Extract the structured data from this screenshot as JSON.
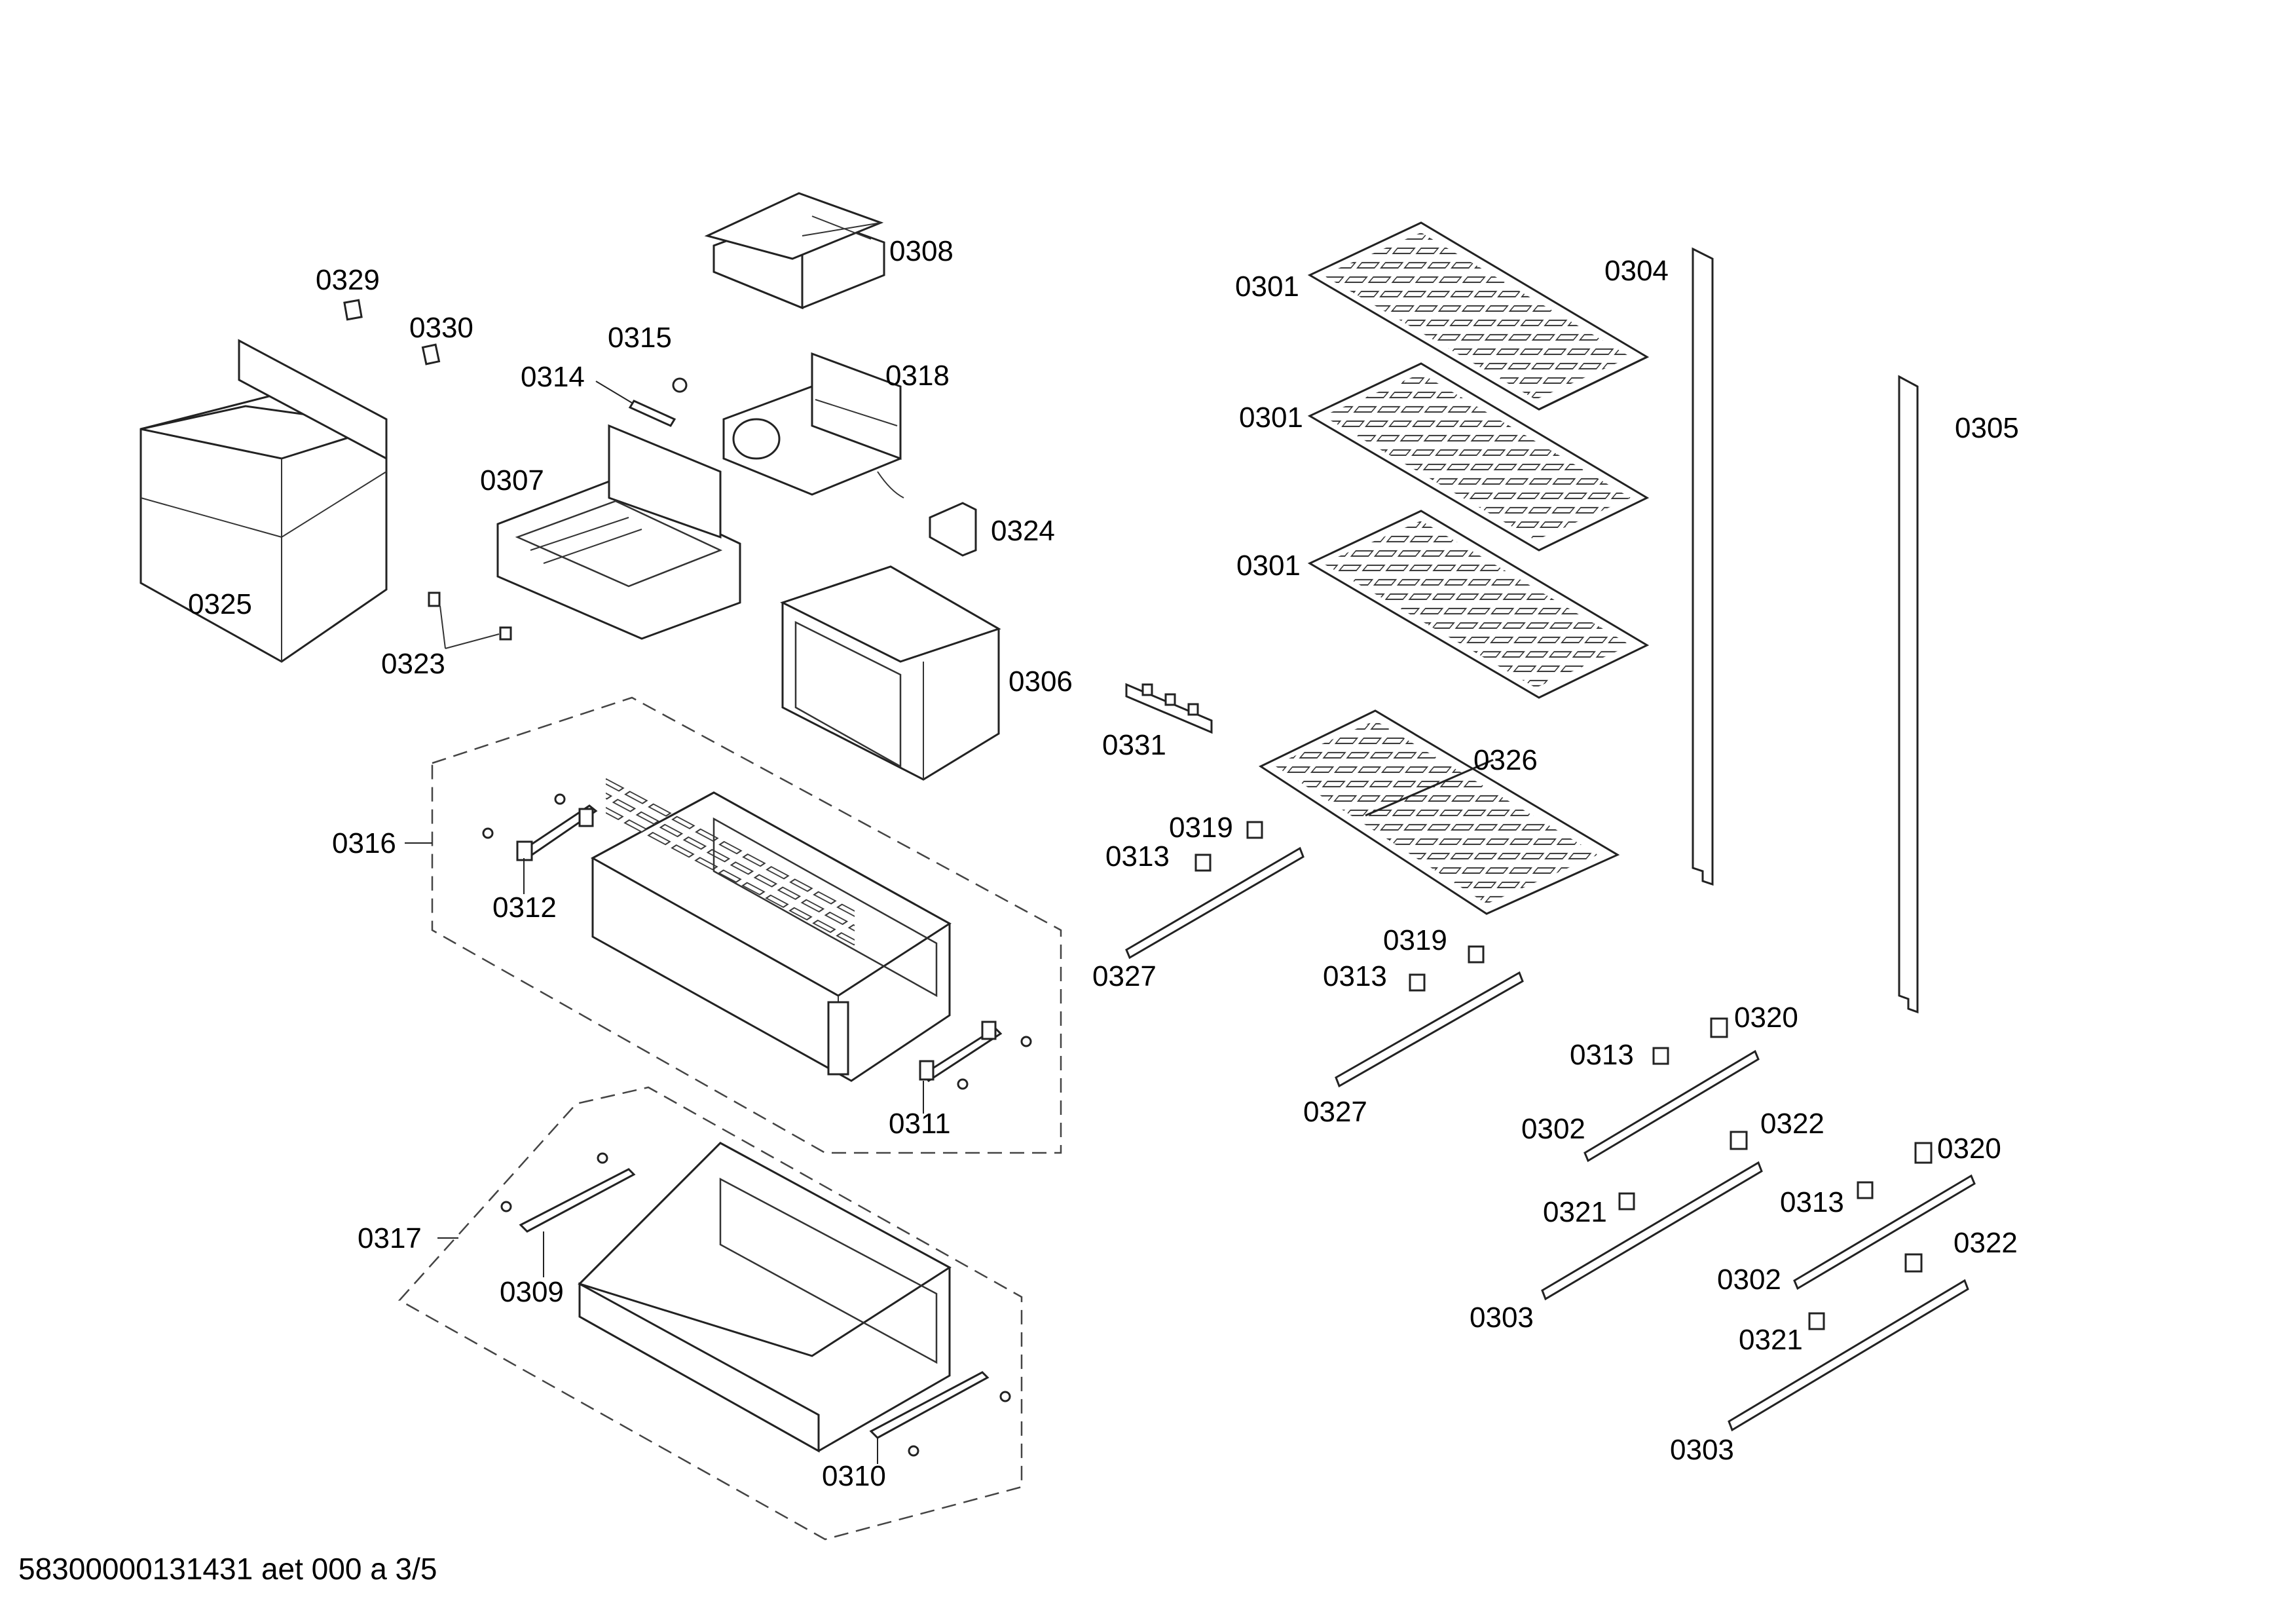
{
  "parts": [
    {
      "id": "p0301a",
      "label": "0301"
    },
    {
      "id": "p0301b",
      "label": "0301"
    },
    {
      "id": "p0301c",
      "label": "0301"
    },
    {
      "id": "p0302a",
      "label": "0302"
    },
    {
      "id": "p0302b",
      "label": "0302"
    },
    {
      "id": "p0303a",
      "label": "0303"
    },
    {
      "id": "p0303b",
      "label": "0303"
    },
    {
      "id": "p0304",
      "label": "0304"
    },
    {
      "id": "p0305",
      "label": "0305"
    },
    {
      "id": "p0306",
      "label": "0306"
    },
    {
      "id": "p0307",
      "label": "0307"
    },
    {
      "id": "p0308",
      "label": "0308"
    },
    {
      "id": "p0309",
      "label": "0309"
    },
    {
      "id": "p0310",
      "label": "0310"
    },
    {
      "id": "p0311",
      "label": "0311"
    },
    {
      "id": "p0312",
      "label": "0312"
    },
    {
      "id": "p0313a",
      "label": "0313"
    },
    {
      "id": "p0313b",
      "label": "0313"
    },
    {
      "id": "p0313c",
      "label": "0313"
    },
    {
      "id": "p0313d",
      "label": "0313"
    },
    {
      "id": "p0314",
      "label": "0314"
    },
    {
      "id": "p0315",
      "label": "0315"
    },
    {
      "id": "p0316",
      "label": "0316"
    },
    {
      "id": "p0317",
      "label": "0317"
    },
    {
      "id": "p0318",
      "label": "0318"
    },
    {
      "id": "p0319a",
      "label": "0319"
    },
    {
      "id": "p0319b",
      "label": "0319"
    },
    {
      "id": "p0320a",
      "label": "0320"
    },
    {
      "id": "p0320b",
      "label": "0320"
    },
    {
      "id": "p0321a",
      "label": "0321"
    },
    {
      "id": "p0321b",
      "label": "0321"
    },
    {
      "id": "p0322a",
      "label": "0322"
    },
    {
      "id": "p0322b",
      "label": "0322"
    },
    {
      "id": "p0323",
      "label": "0323"
    },
    {
      "id": "p0324",
      "label": "0324"
    },
    {
      "id": "p0325",
      "label": "0325"
    },
    {
      "id": "p0326",
      "label": "0326"
    },
    {
      "id": "p0327a",
      "label": "0327"
    },
    {
      "id": "p0327b",
      "label": "0327"
    },
    {
      "id": "p0329",
      "label": "0329"
    },
    {
      "id": "p0330",
      "label": "0330"
    },
    {
      "id": "p0331",
      "label": "0331"
    }
  ],
  "footer": {
    "code": "58300000131431 aet 000 a 3/5"
  }
}
